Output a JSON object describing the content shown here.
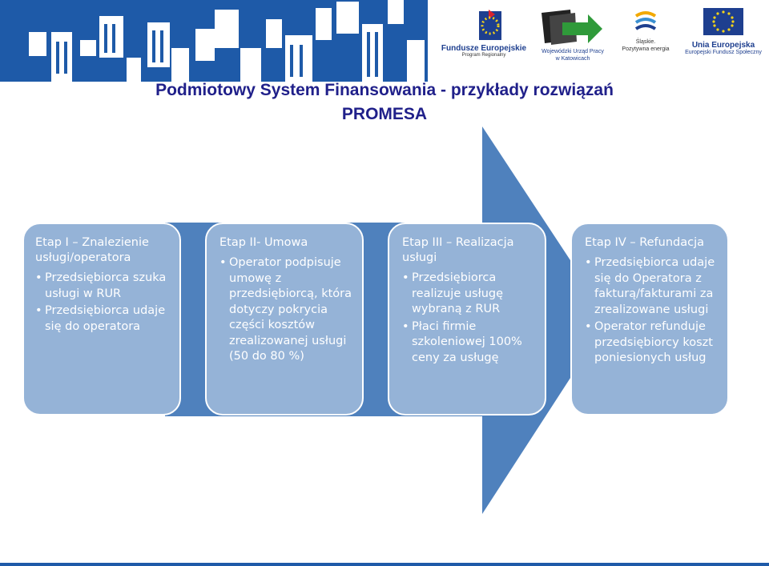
{
  "header": {
    "logos": [
      {
        "name": "Fundusze Europejskie",
        "sub": "Program Regionalny"
      },
      {
        "name": "Wojewódzki Urząd Pracy",
        "sub": "w Katowicach"
      },
      {
        "name": "Śląskie.",
        "sub": "Pozytywna energia"
      },
      {
        "name": "Unia Europejska",
        "sub": "Europejski Fundusz Społeczny"
      }
    ]
  },
  "title": {
    "line1": "Podmiotowy System Finansowania  - przykłady rozwiązań",
    "line2": "PROMESA"
  },
  "stages": [
    {
      "heading": "Etap I – Znalezienie usługi/operatora",
      "bullets": [
        "Przedsiębiorca szuka usługi w RUR",
        "Przedsiębiorca udaje się do operatora"
      ]
    },
    {
      "heading": "Etap II- Umowa",
      "bullets": [
        "Operator podpisuje umowę z przedsiębiorcą, która dotyczy pokrycia części kosztów zrealizowanej usługi (50 do 80 %)"
      ]
    },
    {
      "heading": "Etap III – Realizacja usługi",
      "bullets": [
        "Przedsiębiorca realizuje usługę wybraną z RUR",
        "Płaci firmie szkoleniowej 100% ceny za usługę"
      ]
    },
    {
      "heading": "Etap IV – Refundacja",
      "bullets": [
        "Przedsiębiorca udaje się do Operatora z fakturą/fakturami za zrealizowane usługi",
        "Operator refunduje przedsiębiorcy koszt poniesionych usług"
      ]
    }
  ],
  "colors": {
    "banner": "#1e5aa8",
    "arrow": "#4f81bd",
    "box": "#95b3d7",
    "title": "#20208a"
  }
}
